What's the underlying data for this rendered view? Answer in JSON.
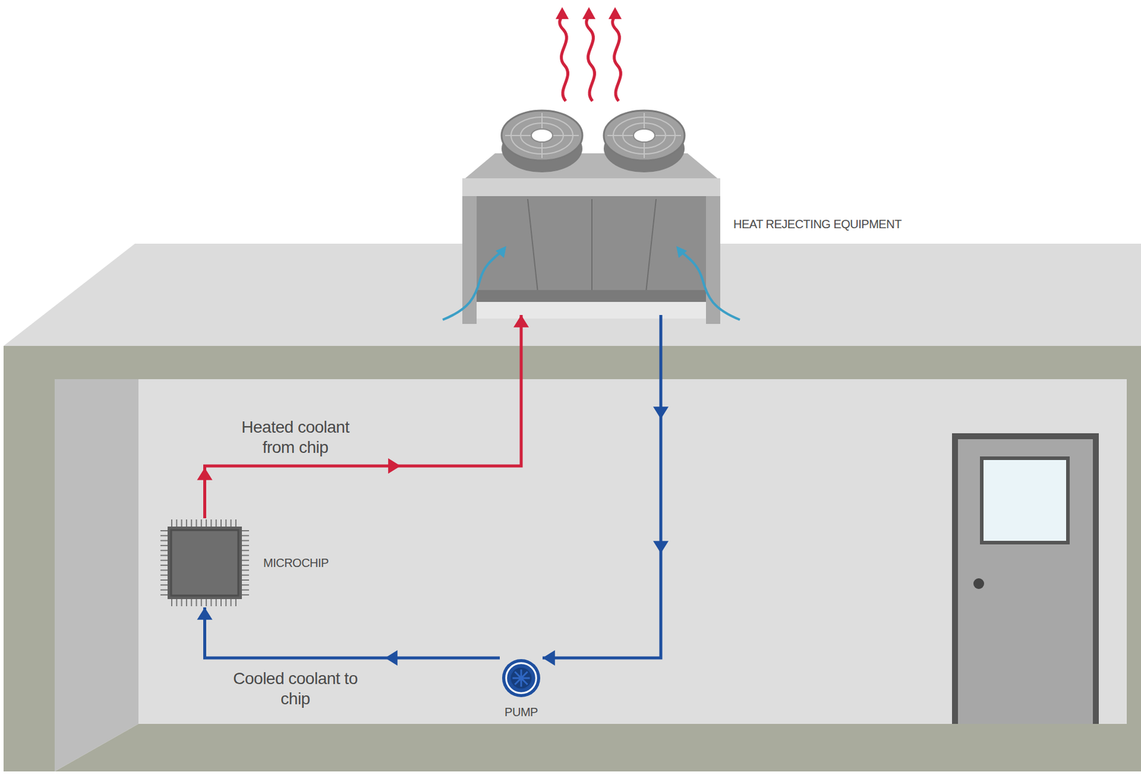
{
  "diagram": {
    "nodes": [
      {
        "text": [
          "HEAT REJECTING EQUIPMENT"
        ]
      },
      {
        "text": [
          "MICROCHIP"
        ]
      },
      {
        "text": [
          "PUMP"
        ]
      }
    ],
    "edges": [
      {
        "from": 1,
        "to": 0,
        "arrow": "to",
        "label": "Heated coolant from chip"
      },
      {
        "from": 0,
        "to": 2,
        "arrow": "to"
      },
      {
        "from": 2,
        "to": 1,
        "arrow": "to",
        "label": "Cooled coolant to chip"
      }
    ]
  }
}
